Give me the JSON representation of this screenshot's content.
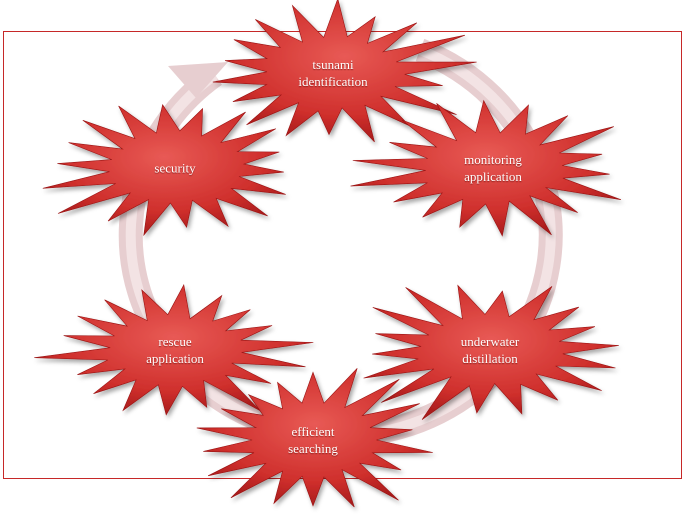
{
  "diagram": {
    "type": "cycle",
    "nodes": [
      {
        "id": "tsunami",
        "label": "tsunami\nidentification"
      },
      {
        "id": "monitoring",
        "label": "monitoring\napplication"
      },
      {
        "id": "underwater",
        "label": "underwater\ndistillation"
      },
      {
        "id": "efficient",
        "label": "efficient\nsearching"
      },
      {
        "id": "rescue",
        "label": "rescue\napplication"
      },
      {
        "id": "security",
        "label": "security"
      }
    ],
    "colors": {
      "star_fill": "#d32f2f",
      "star_dark": "#9a1212",
      "cycle_arrow": "#e2c4c6",
      "frame_border": "#c62828"
    }
  }
}
